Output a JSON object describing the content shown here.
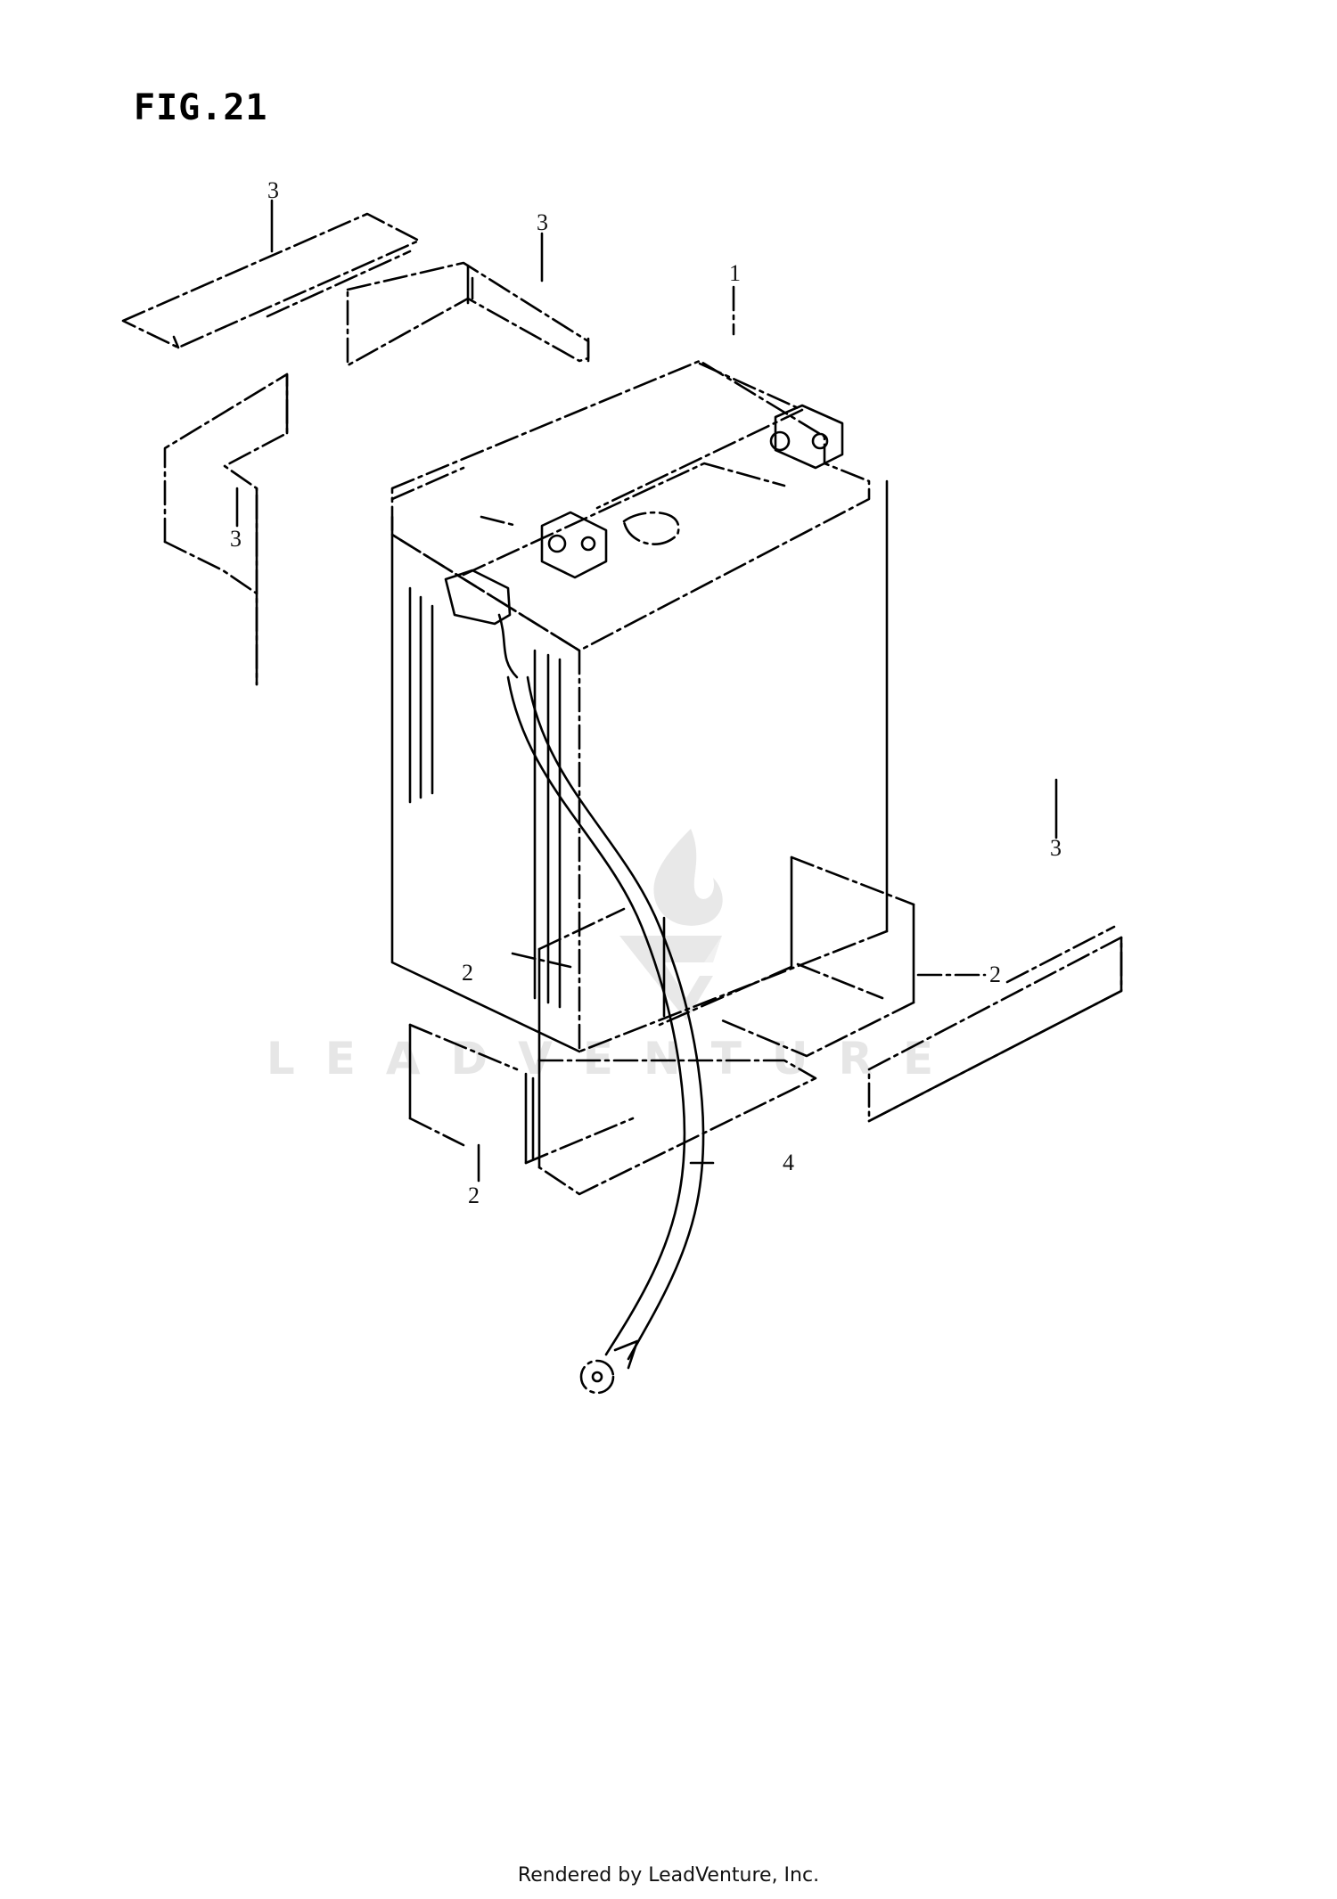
{
  "figure": {
    "title": "FIG.21",
    "subject": "Battery assembly exploded view"
  },
  "callouts": [
    {
      "id": "c-3a",
      "label": "3",
      "part": "pad"
    },
    {
      "id": "c-3b",
      "label": "3",
      "part": "pad"
    },
    {
      "id": "c-3c",
      "label": "3",
      "part": "pad"
    },
    {
      "id": "c-1",
      "label": "1",
      "part": "battery"
    },
    {
      "id": "c-3d",
      "label": "3",
      "part": "pad"
    },
    {
      "id": "c-2a",
      "label": "2",
      "part": "battery-holder-plate"
    },
    {
      "id": "c-2b",
      "label": "2",
      "part": "battery-holder-plate"
    },
    {
      "id": "c-2c",
      "label": "2",
      "part": "battery-holder-plate"
    },
    {
      "id": "c-4",
      "label": "4",
      "part": "breather-hose / lead cable"
    }
  ],
  "watermark": {
    "text": "LEADVENTURE",
    "color": "#e6e6e6"
  },
  "footer": {
    "text": "Rendered by LeadVenture, Inc."
  }
}
